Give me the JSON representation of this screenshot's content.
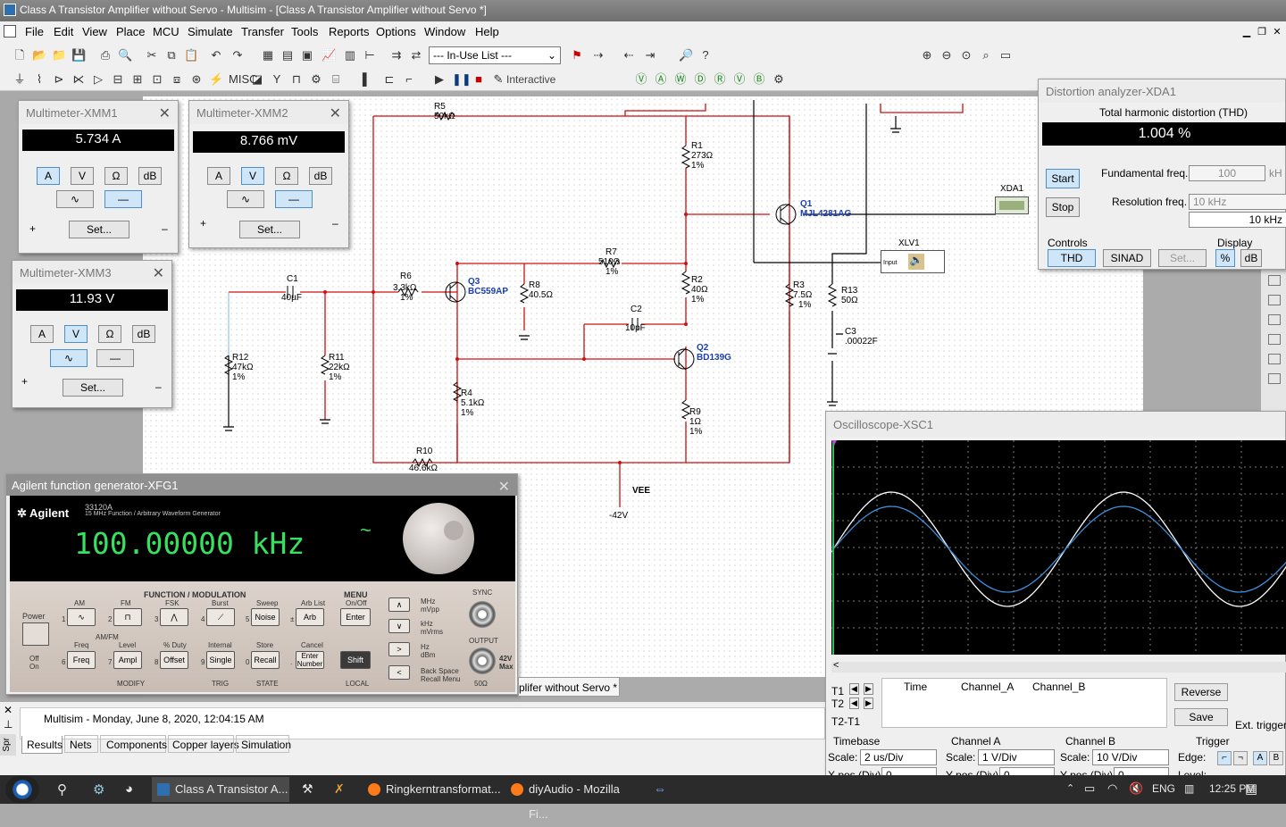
{
  "window": {
    "title": "Class A Transistor Amplifier without Servo - Multisim - [Class A Transistor Amplifier without Servo *]"
  },
  "menu": [
    "File",
    "Edit",
    "View",
    "Place",
    "MCU",
    "Simulate",
    "Transfer",
    "Tools",
    "Reports",
    "Options",
    "Window",
    "Help"
  ],
  "toolbar": {
    "inuse_list": "--- In-Use List ---",
    "interactive_label": "Interactive"
  },
  "multimeters": [
    {
      "title": "Multimeter-XMM1",
      "reading": "5.734 A",
      "buttons": [
        "A",
        "V",
        "Ω",
        "dB"
      ],
      "set": "Set...",
      "plus": "+",
      "minus": "–"
    },
    {
      "title": "Multimeter-XMM2",
      "reading": "8.766 mV",
      "buttons": [
        "A",
        "V",
        "Ω",
        "dB"
      ],
      "set": "Set...",
      "plus": "+",
      "minus": "–"
    },
    {
      "title": "Multimeter-XMM3",
      "reading": "11.93 V",
      "buttons": [
        "A",
        "V",
        "Ω",
        "dB"
      ],
      "set": "Set...",
      "plus": "+",
      "minus": "–"
    }
  ],
  "distortion": {
    "title": "Distortion analyzer-XDA1",
    "heading": "Total harmonic distortion (THD)",
    "reading": "1.004 %",
    "start": "Start",
    "stop": "Stop",
    "fundamental_label": "Fundamental freq.",
    "fundamental_value": "100",
    "fundamental_unit": "kH",
    "resolution_label": "Resolution freq.",
    "resolution_value": "10 kHz",
    "resolution_selected": "10 kHz",
    "controls_label": "Controls",
    "controls": [
      "THD",
      "SINAD",
      "Set..."
    ],
    "display_label": "Display",
    "display": [
      "%",
      "dB"
    ]
  },
  "schematic": {
    "components": [
      {
        "ref": "R5",
        "value": "50kΩ"
      },
      {
        "ref": "R1",
        "value": "273Ω",
        "tol": "1%"
      },
      {
        "ref": "Q1",
        "value": "MJL4281AG"
      },
      {
        "ref": "R7",
        "value": "510Ω",
        "tol": "1%"
      },
      {
        "ref": "C1",
        "value": "40µF"
      },
      {
        "ref": "R6",
        "value": "3.3kΩ",
        "tol": "1%"
      },
      {
        "ref": "Q3",
        "value": "BC559AP"
      },
      {
        "ref": "R8",
        "value": "40.5Ω"
      },
      {
        "ref": "R2",
        "value": "40Ω",
        "tol": "1%"
      },
      {
        "ref": "R3",
        "value": "7.5Ω",
        "tol": "1%"
      },
      {
        "ref": "R13",
        "value": "50Ω"
      },
      {
        "ref": "C2",
        "value": "10pF"
      },
      {
        "ref": "C3",
        "value": ".00022F"
      },
      {
        "ref": "Q2",
        "value": "BD139G"
      },
      {
        "ref": "R12",
        "value": "47kΩ",
        "tol": "1%"
      },
      {
        "ref": "R11",
        "value": "22kΩ",
        "tol": "1%"
      },
      {
        "ref": "R4",
        "value": "5.1kΩ",
        "tol": "1%"
      },
      {
        "ref": "R9",
        "value": "1Ω",
        "tol": "1%"
      },
      {
        "ref": "R10",
        "value": "46.6kΩ"
      }
    ],
    "vee_label": "VEE",
    "vee_value": "-42V",
    "xda_label": "XDA1",
    "xlv_label": "XLV1",
    "xlv_input": "Input"
  },
  "function_generator": {
    "title": "Agilent function generator-XFG1",
    "brand": "Agilent",
    "model": "33120A",
    "subtitle": "15 MHz Function / Arbitrary Waveform Generator",
    "display": "100.00000 kHz",
    "display_suffix": "~",
    "power": "Power",
    "off": "Off",
    "on": "On",
    "section_function": "FUNCTION / MODULATION",
    "section_menu": "MENU",
    "menu_onoff": "On/Off",
    "top_labels": [
      "AM",
      "FM",
      "FSK",
      "Burst",
      "Sweep",
      "Arb List"
    ],
    "top_keys": [
      "",
      "",
      "",
      "",
      "Noise",
      "Arb"
    ],
    "top_numbers": [
      "1",
      "2",
      "3",
      "4",
      "5",
      "±"
    ],
    "enter": "Enter",
    "amfm": "AM/FM",
    "bottom_labels": [
      "Freq",
      "Level",
      "% Duty",
      "Internal",
      "Store",
      "Cancel"
    ],
    "bottom_keys": [
      "Freq",
      "Ampl",
      "Offset",
      "Single",
      "Recall",
      "Enter Number"
    ],
    "bottom_numbers": [
      "6",
      "7",
      "8",
      "9",
      "0",
      "."
    ],
    "shift": "Shift",
    "groups": [
      "MODIFY",
      "TRIG",
      "STATE",
      "LOCAL"
    ],
    "units": [
      "MHz",
      "mVpp",
      "kHz",
      "mVrms",
      "Hz",
      "dBm",
      "Back Space",
      "Recall Menu"
    ],
    "sync": "SYNC",
    "output": "OUTPUT",
    "ohm": "50Ω",
    "max": "42V Max"
  },
  "tab": {
    "label": "plifer without Servo *"
  },
  "results": {
    "panel_label": "Spr",
    "message": "Multisim  -  Monday, June 8, 2020, 12:04:15 AM",
    "tabs": [
      "Results",
      "Nets",
      "Components",
      "Copper layers",
      "Simulation"
    ]
  },
  "oscilloscope": {
    "title": "Oscilloscope-XSC1",
    "t1": "T1",
    "t2": "T2",
    "t2t1": "T2-T1",
    "columns": [
      "Time",
      "Channel_A",
      "Channel_B"
    ],
    "reverse": "Reverse",
    "save": "Save",
    "ext_trigger": "Ext. trigger",
    "timebase_label": "Timebase",
    "timebase_scale_label": "Scale:",
    "timebase_scale": "2 us/Div",
    "xpos_label": "X pos.(Div):",
    "xpos": "0",
    "cha_label": "Channel A",
    "cha_scale_label": "Scale:",
    "cha_scale": "1  V/Div",
    "cha_ypos_label": "Y pos.(Div):",
    "cha_ypos": "0",
    "chb_label": "Channel B",
    "chb_scale_label": "Scale:",
    "chb_scale": "10  V/Div",
    "chb_ypos_label": "Y pos.(Div):",
    "chb_ypos": "0",
    "trigger_label": "Trigger",
    "edge_label": "Edge:",
    "level_label": "Level:",
    "trigger_buttons": [
      "A",
      "B"
    ],
    "colors": {
      "channel_a": "#ffffff",
      "channel_b": "#3d8fd9"
    }
  },
  "taskbar": {
    "tasks": [
      "Class A Transistor A...",
      "Ringkerntransformat...",
      "diyAudio - Mozilla Fi..."
    ],
    "lang": "ENG",
    "time": "12:25 PM"
  }
}
